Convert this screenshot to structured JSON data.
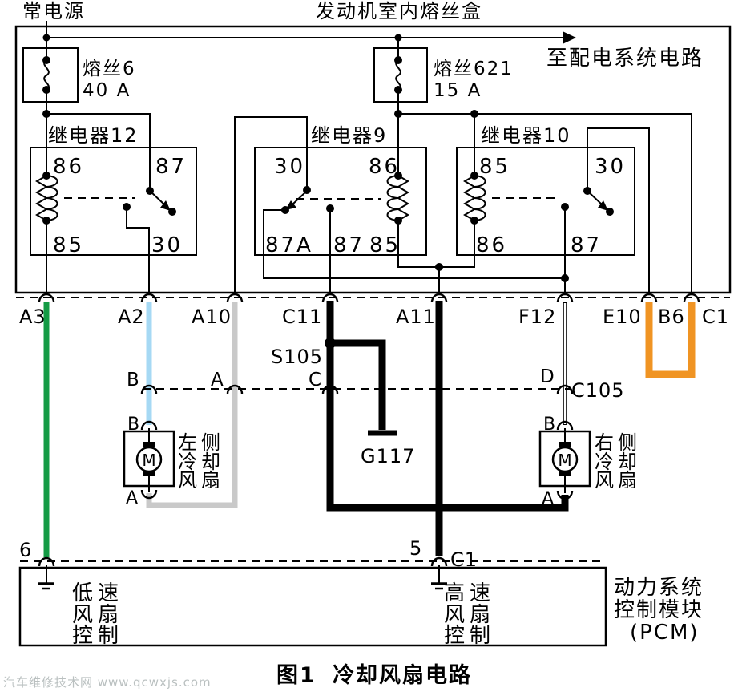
{
  "header": {
    "power_label": "常电源",
    "fusebox_label": "发动机室内熔丝盒",
    "to_distribution": "至配电系统电路"
  },
  "fuses": {
    "fuse6": {
      "name": "熔丝6",
      "rating": "40 A"
    },
    "fuse621": {
      "name": "熔丝621",
      "rating": "15 A"
    }
  },
  "relays": {
    "relay12": {
      "name": "继电器12",
      "pin_tl": "86",
      "pin_tr": "87",
      "pin_bl": "85",
      "pin_br": "30"
    },
    "relay9": {
      "name": "继电器9",
      "pin_tl": "30",
      "pin_tr": "86",
      "pin_bl": "87A",
      "pin_bm": "87",
      "pin_br": "85"
    },
    "relay10": {
      "name": "继电器10",
      "pin_tl": "85",
      "pin_tr": "30",
      "pin_bl": "86",
      "pin_bm": "87"
    }
  },
  "connectors": {
    "row1": {
      "a3": "A3",
      "a2": "A2",
      "a10": "A10",
      "c11": "C11",
      "a11": "A11",
      "f12": "F12",
      "e10": "E10",
      "b6": "B6",
      "c1": "C1"
    },
    "row2": {
      "b": "B",
      "a": "A",
      "c": "C",
      "d": "D",
      "name": "C105"
    },
    "splice": "S105",
    "ground": "G117"
  },
  "fans": {
    "left": {
      "line1": "左侧",
      "line2": "冷却",
      "line3": "风扇",
      "pin_top": "B",
      "pin_bottom": "A",
      "motor": "M"
    },
    "right": {
      "line1": "右侧",
      "line2": "冷却",
      "line3": "风扇",
      "pin_top": "B",
      "pin_bottom": "A",
      "motor": "M"
    }
  },
  "pcm": {
    "pin6": "6",
    "pin5": "5",
    "connector": "C1",
    "low": {
      "line1": "低速",
      "line2": "风扇",
      "line3": "控制"
    },
    "high": {
      "line1": "高速",
      "line2": "风扇",
      "line3": "控制"
    },
    "name": {
      "line1": "动力系统",
      "line2": "控制模块",
      "line3": "(PCM)"
    }
  },
  "caption": {
    "fig": "图1",
    "title": "冷却风扇电路"
  },
  "watermark": "汽车维修技术网 www.qcwxjs.com",
  "colors": {
    "box_fill": "#d3d3d3",
    "relay_fill": "#c5e1ef",
    "fan_fill": "#e9edc9",
    "pcm_fill": "#f6cbb5",
    "wire_green": "#149b45",
    "wire_lightblue": "#a6d9f4",
    "wire_gray": "#c9c9c9",
    "wire_orange": "#f09423",
    "wire_white": "#ffffff"
  }
}
